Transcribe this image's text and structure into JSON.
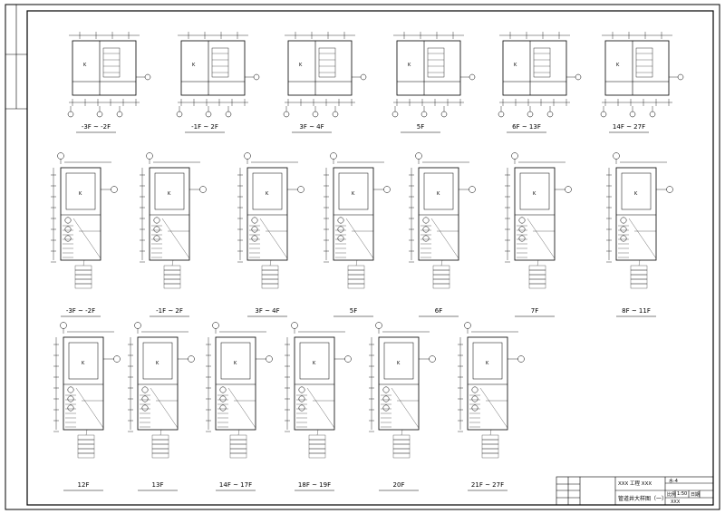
{
  "sheet": {
    "row1_labels": [
      "-3F ~ -2F",
      "-1F ~ 2F",
      "3F ~ 4F",
      "5F",
      "6F ~ 13F",
      "14F ~ 27F"
    ],
    "row2_labels": [
      "-3F ~ -2F",
      "-1F ~ 2F",
      "3F ~ 4F",
      "5F",
      "6F",
      "7F",
      "8F ~ 11F"
    ],
    "row3_labels": [
      "12F",
      "13F",
      "14F ~ 17F",
      "18F ~ 19F",
      "20F",
      "21F ~ 27F"
    ],
    "room_mark": "K"
  },
  "title_block": {
    "project": "XXX 工程 XXX",
    "drawing_title": "管道井大样图（一）",
    "drawing_no": "水-4",
    "scale_label": "比例",
    "scale_value": "1:50",
    "date_label": "日期",
    "company": "XXX"
  }
}
